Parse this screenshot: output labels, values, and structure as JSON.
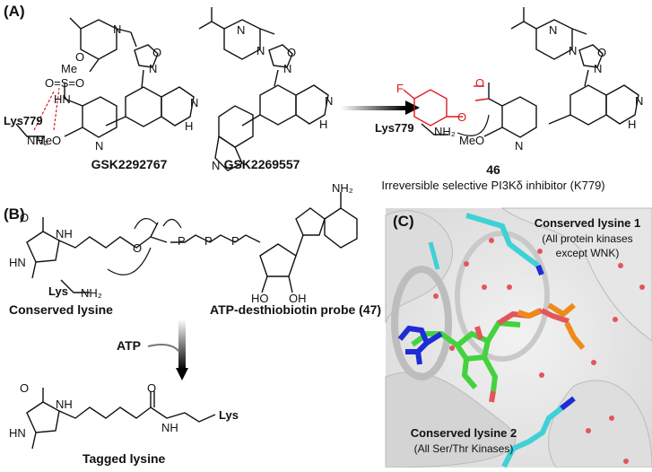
{
  "panels": {
    "a": {
      "label": "(A)",
      "compound1": "GSK2292767",
      "compound2": "GSK2269557",
      "compound3_number": "46",
      "compound3_caption": "Irreversible selective PI3Kδ inhibitor (K779)",
      "lys_label": "Lys779",
      "atoms": {
        "nh2": "NH₂",
        "meo": "MeO",
        "me": "Me",
        "so2": "O=S=O",
        "hn": "HN",
        "n": "N",
        "o": "O",
        "f": "F",
        "nh": "N",
        "h": "H"
      }
    },
    "b": {
      "label": "(B)",
      "conserved_lysine": "Conserved lysine",
      "probe": "ATP-desthiobiotin probe (47)",
      "lys": "Lys",
      "atp": "ATP",
      "tagged": "Tagged lysine",
      "atoms": {
        "nh2": "NH₂",
        "nh": "NH",
        "hn": "HN",
        "o": "O",
        "p": "P",
        "n": "N",
        "oh": "OH",
        "ho": "HO",
        "h": "H"
      }
    },
    "c": {
      "label": "(C)",
      "lys1_title": "Conserved lysine 1",
      "lys1_sub1": "(All protein kinases",
      "lys1_sub2": "except WNK)",
      "lys2_title": "Conserved lysine 2",
      "lys2_sub": "(All Ser/Thr Kinases)"
    }
  },
  "colors": {
    "fluoro": "#e0191d",
    "nitrogen": "#1f2bd6",
    "carbon_ligand": "#44d23f",
    "phosphate": "#ee8a1a",
    "lysine": "#3fd1d6",
    "protein": "#c8c8c8"
  }
}
